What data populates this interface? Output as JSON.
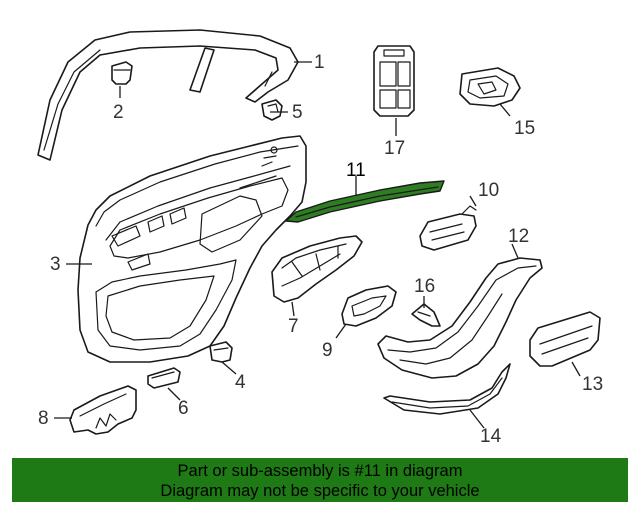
{
  "diagram": {
    "highlight_color": "#2f7d22",
    "callouts": [
      {
        "id": "1",
        "label": "1"
      },
      {
        "id": "2",
        "label": "2"
      },
      {
        "id": "3",
        "label": "3"
      },
      {
        "id": "4",
        "label": "4"
      },
      {
        "id": "5",
        "label": "5"
      },
      {
        "id": "6",
        "label": "6"
      },
      {
        "id": "7",
        "label": "7"
      },
      {
        "id": "8",
        "label": "8"
      },
      {
        "id": "9",
        "label": "9"
      },
      {
        "id": "10",
        "label": "10"
      },
      {
        "id": "11",
        "label": "11"
      },
      {
        "id": "12",
        "label": "12"
      },
      {
        "id": "13",
        "label": "13"
      },
      {
        "id": "14",
        "label": "14"
      },
      {
        "id": "15",
        "label": "15"
      },
      {
        "id": "16",
        "label": "16"
      },
      {
        "id": "17",
        "label": "17"
      }
    ]
  },
  "banner": {
    "background": "#1e7a14",
    "line1": "Part or sub-assembly is #11 in diagram",
    "line2": "Diagram may not be specific to your vehicle"
  }
}
